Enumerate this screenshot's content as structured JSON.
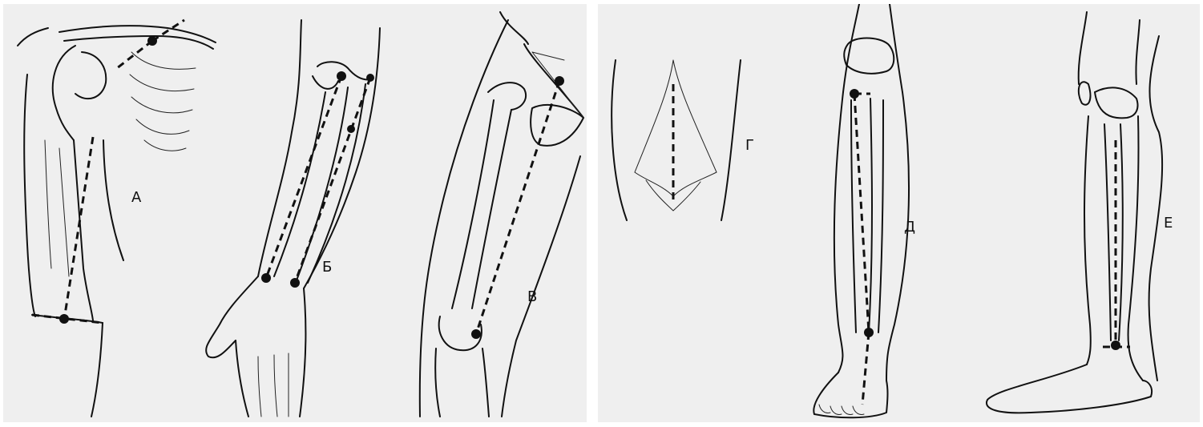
{
  "labels": {
    "a": "А",
    "b": "Б",
    "v": "В",
    "g": "Г",
    "d": "Д",
    "e": "Е"
  },
  "colors": {
    "background": "#efefef",
    "ink": "#111111"
  }
}
